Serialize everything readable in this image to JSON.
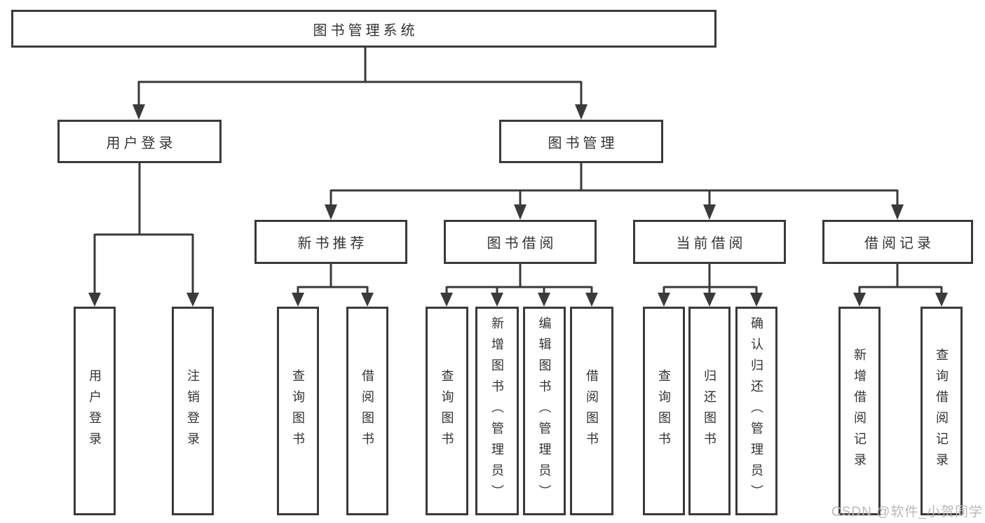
{
  "colors": {
    "background": "#ffffff",
    "line": "#3a3a3a",
    "text": "#333333",
    "watermark": "#b9b9b9"
  },
  "watermark": {
    "text": "CSDN @软件_小贺同学"
  },
  "diagram": {
    "root": {
      "label": "图书管理系统"
    },
    "level2": [
      {
        "label": "用户登录"
      },
      {
        "label": "图书管理"
      }
    ],
    "level3": [
      {
        "label": "新书推荐"
      },
      {
        "label": "图书借阅"
      },
      {
        "label": "当前借阅"
      },
      {
        "label": "借阅记录"
      }
    ],
    "leaves": {
      "user_login": [
        "用户登录",
        "注销登录"
      ],
      "new_book_recommend": [
        "查询图书",
        "借阅图书"
      ],
      "book_borrow": [
        "查询图书",
        "新增图书（管理员）",
        "编辑图书（管理员）",
        "借阅图书"
      ],
      "current_borrow": [
        "查询图书",
        "归还图书",
        "确认归还（管理员）"
      ],
      "borrow_records": [
        "新增借阅记录",
        "查询借阅记录"
      ]
    }
  }
}
